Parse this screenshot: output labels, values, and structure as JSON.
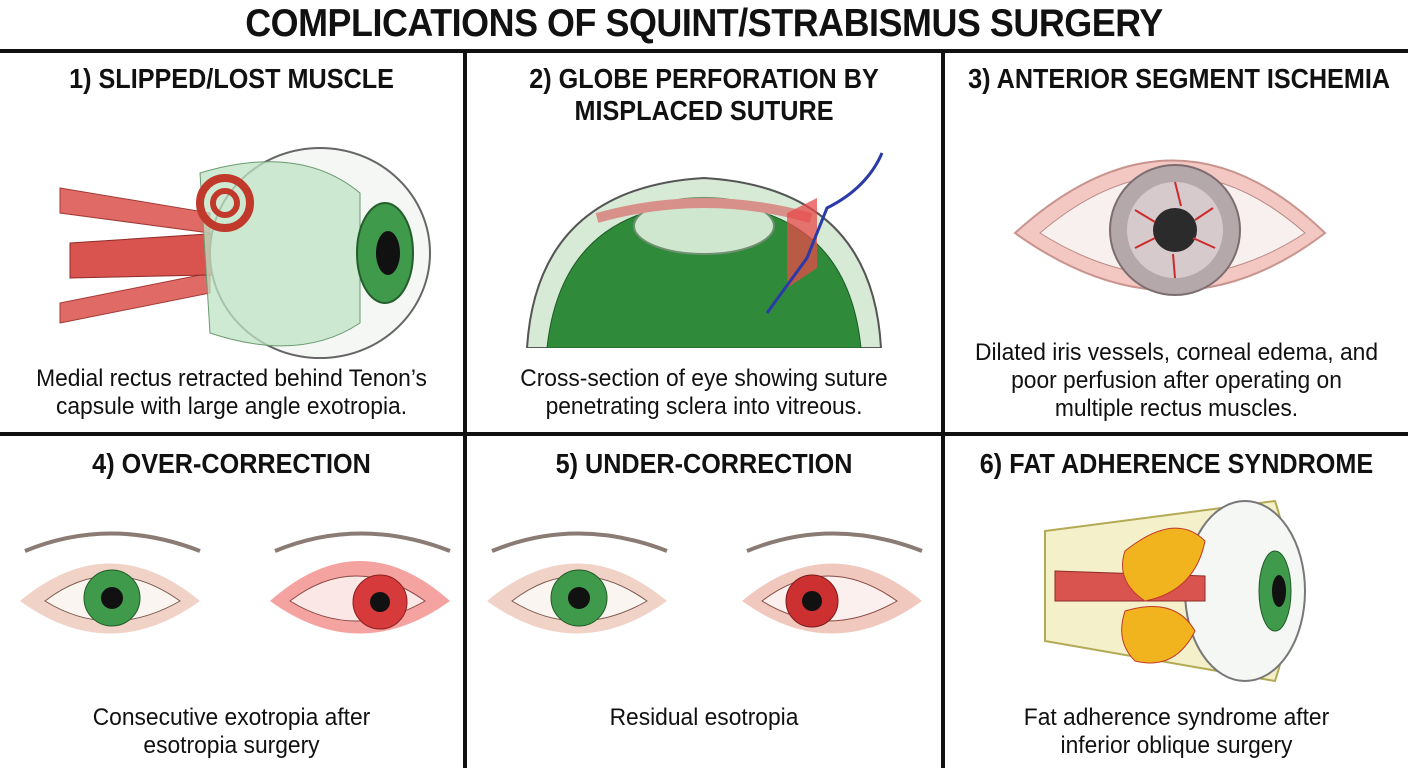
{
  "title": "COMPLICATIONS OF SQUINT/STRABISMUS SURGERY",
  "panels": [
    {
      "title": "1) SLIPPED/LOST MUSCLE",
      "caption": "Medial rectus retracted behind Tenon’s capsule with large angle exotropia."
    },
    {
      "title_lines": [
        "2) GLOBE PERFORATION BY",
        "MISPLACED SUTURE"
      ],
      "caption": "Cross-section of eye showing suture penetrating sclera into vitreous."
    },
    {
      "title": "3) ANTERIOR SEGMENT ISCHEMIA",
      "caption_lines": [
        "Dilated iris vessels, corneal edema, and",
        "poor perfusion after operating on",
        "multiple rectus muscles."
      ]
    },
    {
      "title": "4) OVER-CORRECTION",
      "caption_lines": [
        "Consecutive exotropia after",
        "esotropia surgery"
      ]
    },
    {
      "title": "5) UNDER-CORRECTION",
      "caption": "Residual esotropia"
    },
    {
      "title": "6) FAT ADHERENCE SYNDROME",
      "caption_lines": [
        "Fat adherence syndrome after",
        "inferior oblique surgery"
      ]
    }
  ],
  "colors": {
    "border": "#111111",
    "muscle": "#d9534f",
    "tenon": "#bfe3c4",
    "iris_green": "#3f9a4c",
    "red_eye": "#d63a3a",
    "fat": "#f2b41e"
  }
}
